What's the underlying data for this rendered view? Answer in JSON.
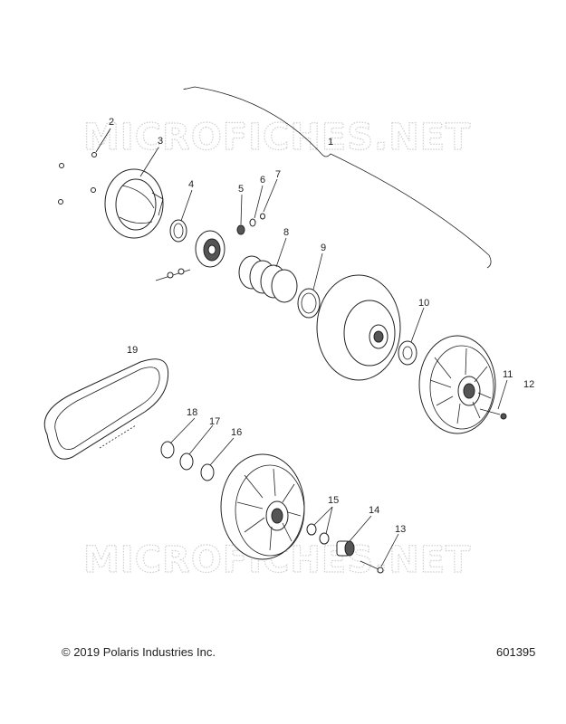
{
  "watermark": {
    "text": "MICROFICHES.NET"
  },
  "parts": [
    {
      "label": "1"
    },
    {
      "label": "2"
    },
    {
      "label": "3"
    },
    {
      "label": "4"
    },
    {
      "label": "5"
    },
    {
      "label": "6"
    },
    {
      "label": "7"
    },
    {
      "label": "8"
    },
    {
      "label": "9"
    },
    {
      "label": "10"
    },
    {
      "label": "11"
    },
    {
      "label": "12"
    },
    {
      "label": "13"
    },
    {
      "label": "14"
    },
    {
      "label": "15"
    },
    {
      "label": "16"
    },
    {
      "label": "17"
    },
    {
      "label": "18"
    },
    {
      "label": "19"
    }
  ],
  "footer": {
    "copyright": "© 2019 Polaris Industries Inc.",
    "ref_number": "601395"
  }
}
